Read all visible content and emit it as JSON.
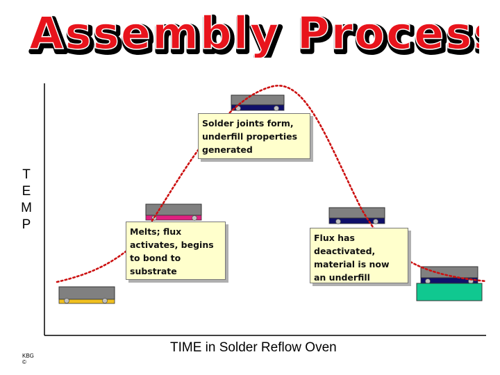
{
  "title": "Assembly Process",
  "y_axis_label": [
    "T",
    "E",
    "M",
    "P"
  ],
  "x_axis_label": "TIME in Solder Reflow Oven",
  "notes": {
    "solder_joints": "Solder joints form, underfill properties generated",
    "melts": "Melts; flux activates, begins to bond to substrate",
    "flux_deactivated": "Flux has deactivated, material is now an underfill"
  },
  "copyright": "KBG",
  "colors": {
    "title_fill": "#e8141c",
    "curve": "#cc1010",
    "stage1_underfill": "#f0c020",
    "stage2_underfill": "#e02080",
    "stage3_underfill": "#10106a",
    "stage4_underfill": "#10106a",
    "substrate_final": "#10c890",
    "chip": "#808080"
  }
}
